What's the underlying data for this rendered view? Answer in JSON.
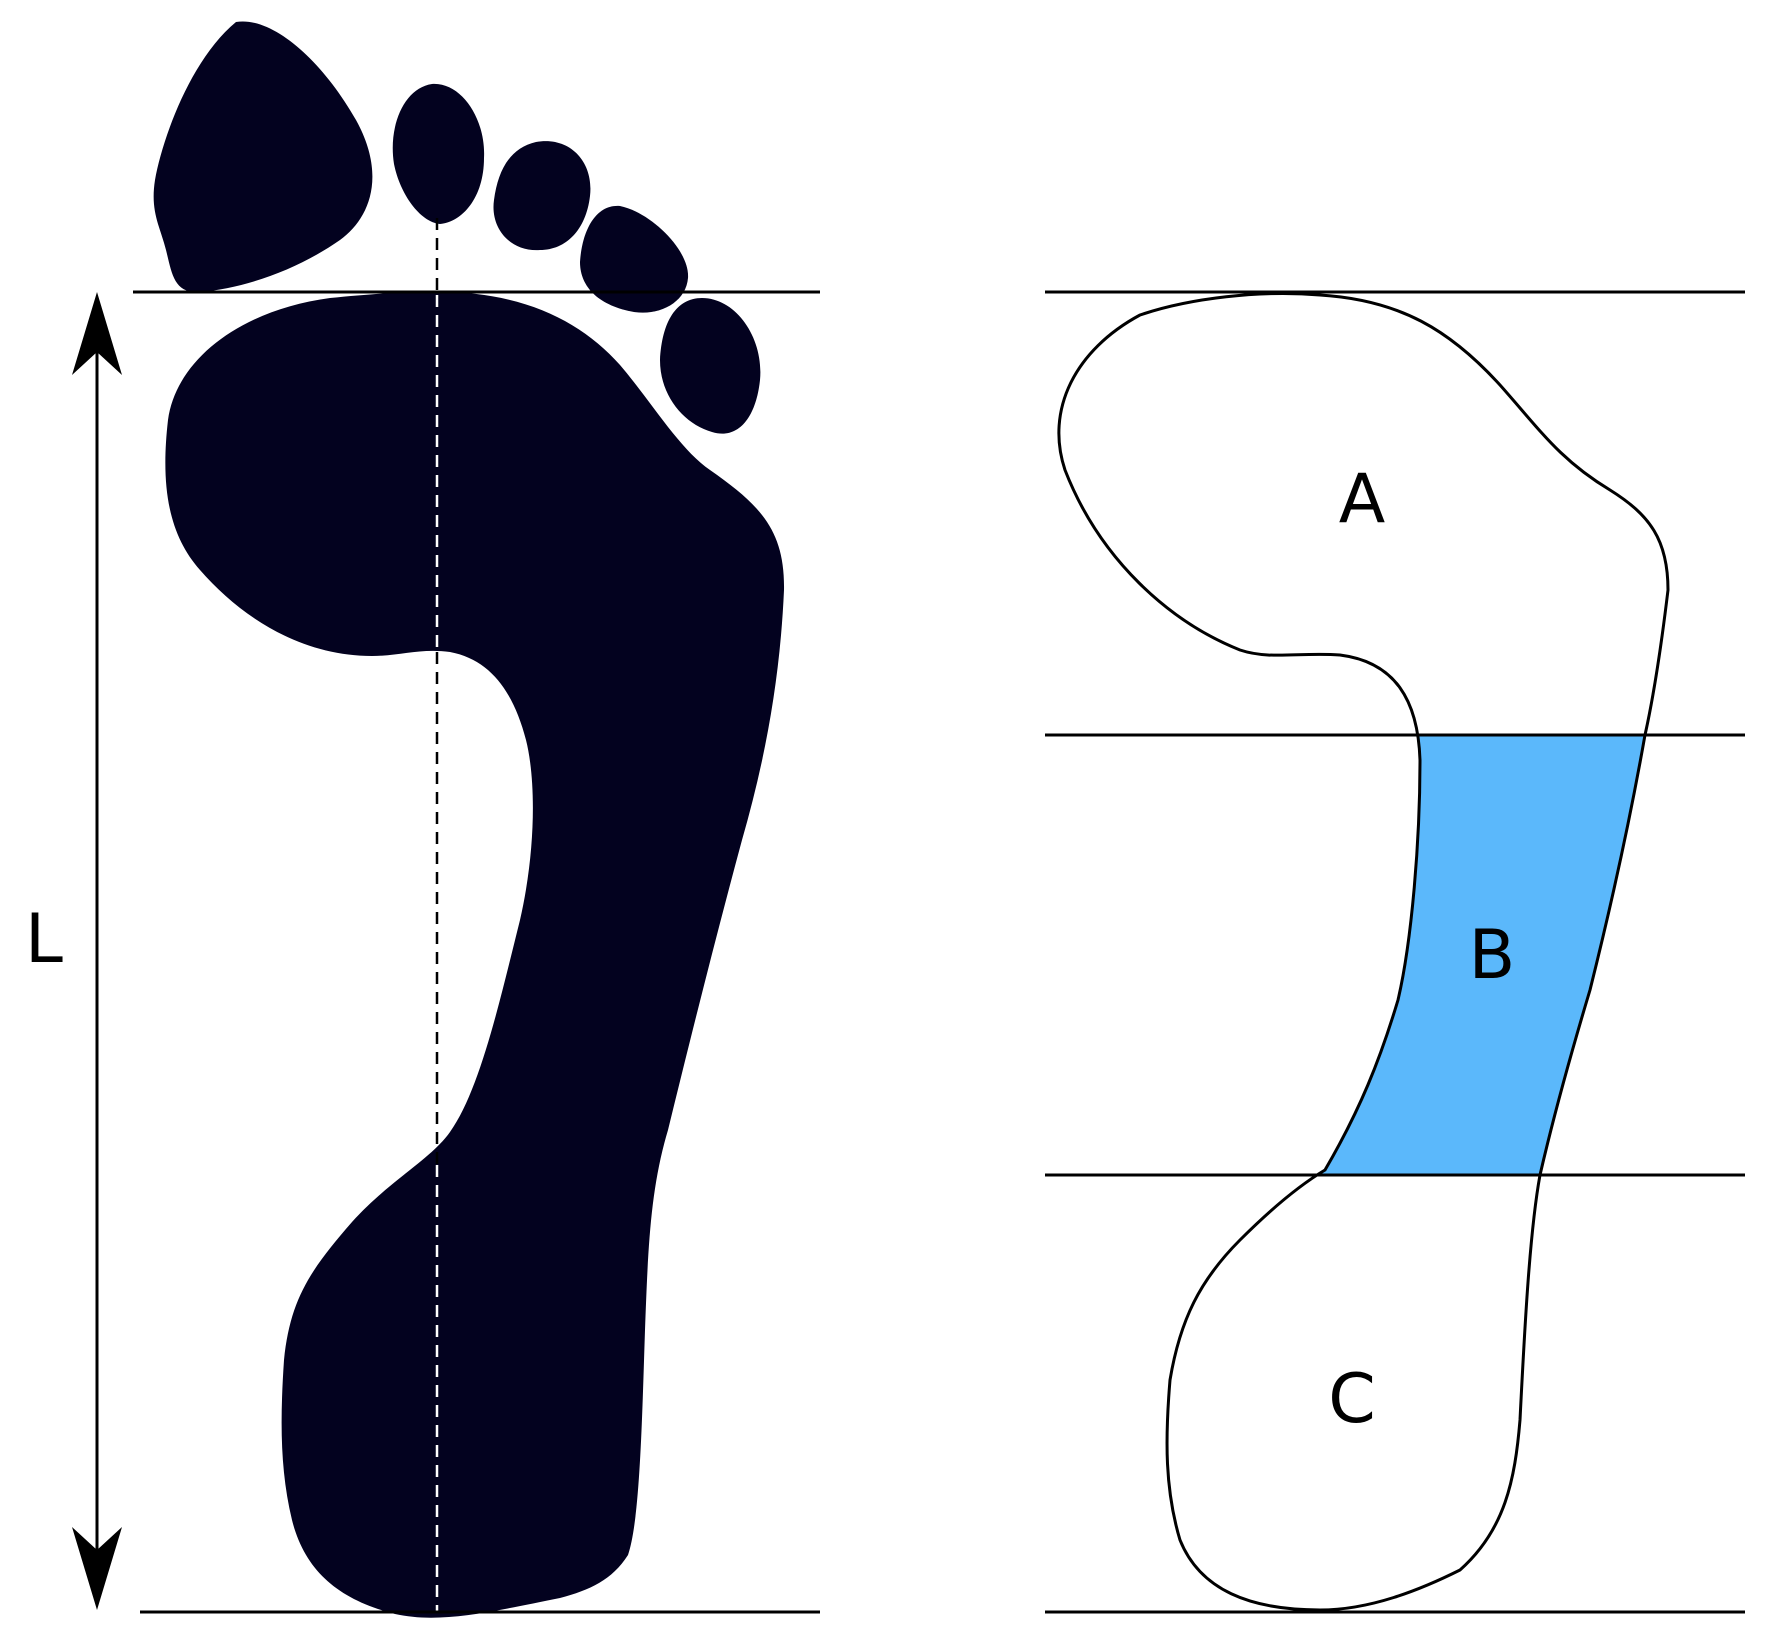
{
  "diagram": {
    "length_label": "L",
    "region_labels": {
      "a": "A",
      "b": "B",
      "c": "C"
    },
    "colors": {
      "footprint": "#03021f",
      "region_b": "#5bb8fb",
      "line": "#000000",
      "background": "#ffffff",
      "axis_dashes": "#ffffff"
    }
  }
}
